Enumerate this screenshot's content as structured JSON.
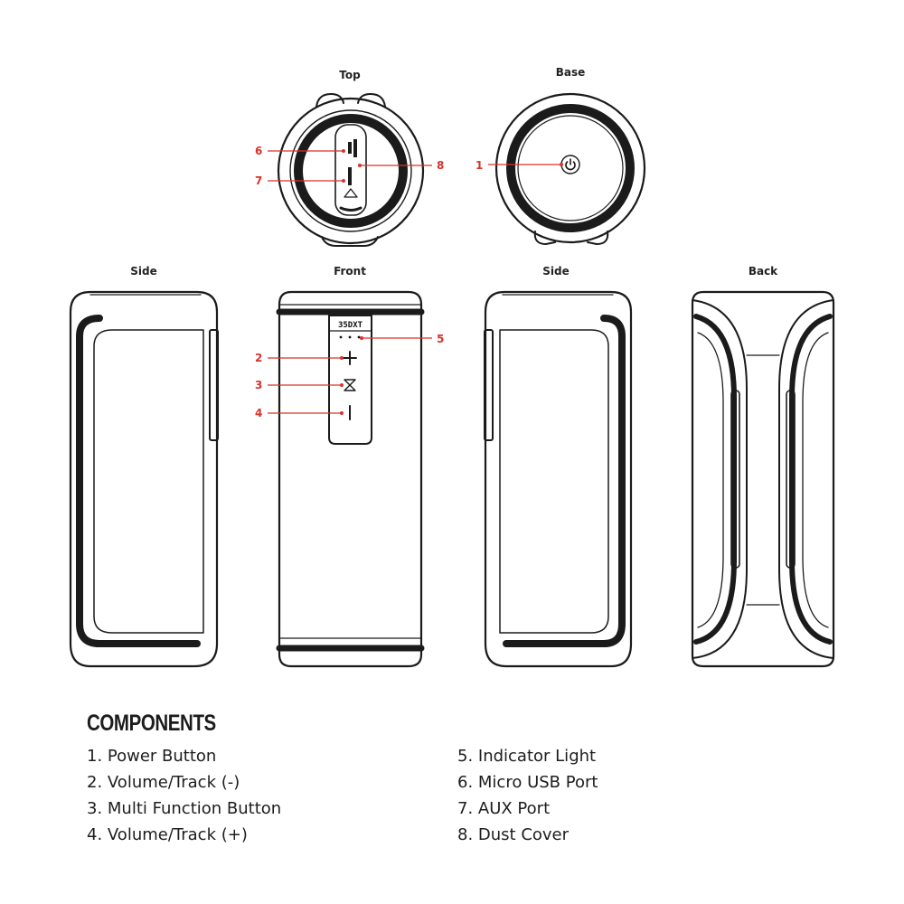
{
  "views": {
    "top": "Top",
    "base": "Base",
    "side_left": "Side",
    "front": "Front",
    "side_right": "Side",
    "back": "Back"
  },
  "callouts": [
    "1",
    "2",
    "3",
    "4",
    "5",
    "6",
    "7",
    "8"
  ],
  "model_label": "35DXT",
  "components": {
    "title": "COMPONENTS",
    "left": [
      "1.  Power Button",
      "2. Volume/Track (-)",
      "3. Multi Function Button",
      "4. Volume/Track (+)"
    ],
    "right": [
      "5. Indicator Light",
      "6. Micro USB Port",
      "7. AUX Port",
      "8. Dust Cover"
    ]
  },
  "colors": {
    "callout": "#d9322a",
    "outline": "#1b1b1b",
    "text": "#1d1d1d"
  },
  "icons": [
    "power-icon",
    "plus-icon",
    "play-pause-icon",
    "minus-icon"
  ]
}
